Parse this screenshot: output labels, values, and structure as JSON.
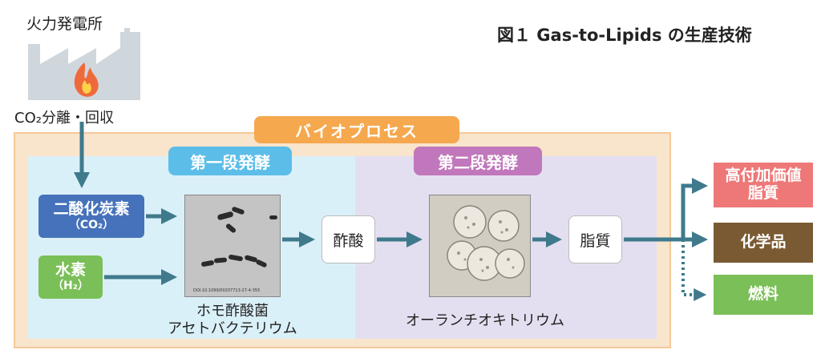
{
  "figure_title": "図１ Gas-to-Lipids の生産技術",
  "factory": {
    "label": "火力発電所",
    "co2_separation": "CO₂分離・回収"
  },
  "bioprocess": {
    "label": "バイオプロセス",
    "stage1": {
      "label": "第一段発酵",
      "inputs": [
        {
          "name": "二酸化炭素",
          "formula": "（CO₂）"
        },
        {
          "name": "水素",
          "formula": "（H₂）"
        }
      ],
      "organism_line1": "ホモ酢酸菌",
      "organism_line2": "アセトバクテリウム",
      "photo_doi": "DOI:10.1099/00207713-27-4-355",
      "product": "酢酸"
    },
    "stage2": {
      "label": "第二段発酵",
      "organism": "オーランチオキトリウム",
      "product": "脂質"
    }
  },
  "outputs": [
    {
      "line1": "高付加価値",
      "line2": "脂質"
    },
    {
      "line1": "化学品"
    },
    {
      "line1": "燃料"
    }
  ],
  "colors": {
    "arrow": "#3f7a8c",
    "bioprocess": "#f5a84e",
    "stage1": "#5cbde8",
    "stage2": "#c077bb",
    "co2": "#4572ba",
    "h2": "#7abf57",
    "high_value_lipid": "#ee7878",
    "chemicals": "#7a5a32",
    "fuel": "#7abf57"
  }
}
